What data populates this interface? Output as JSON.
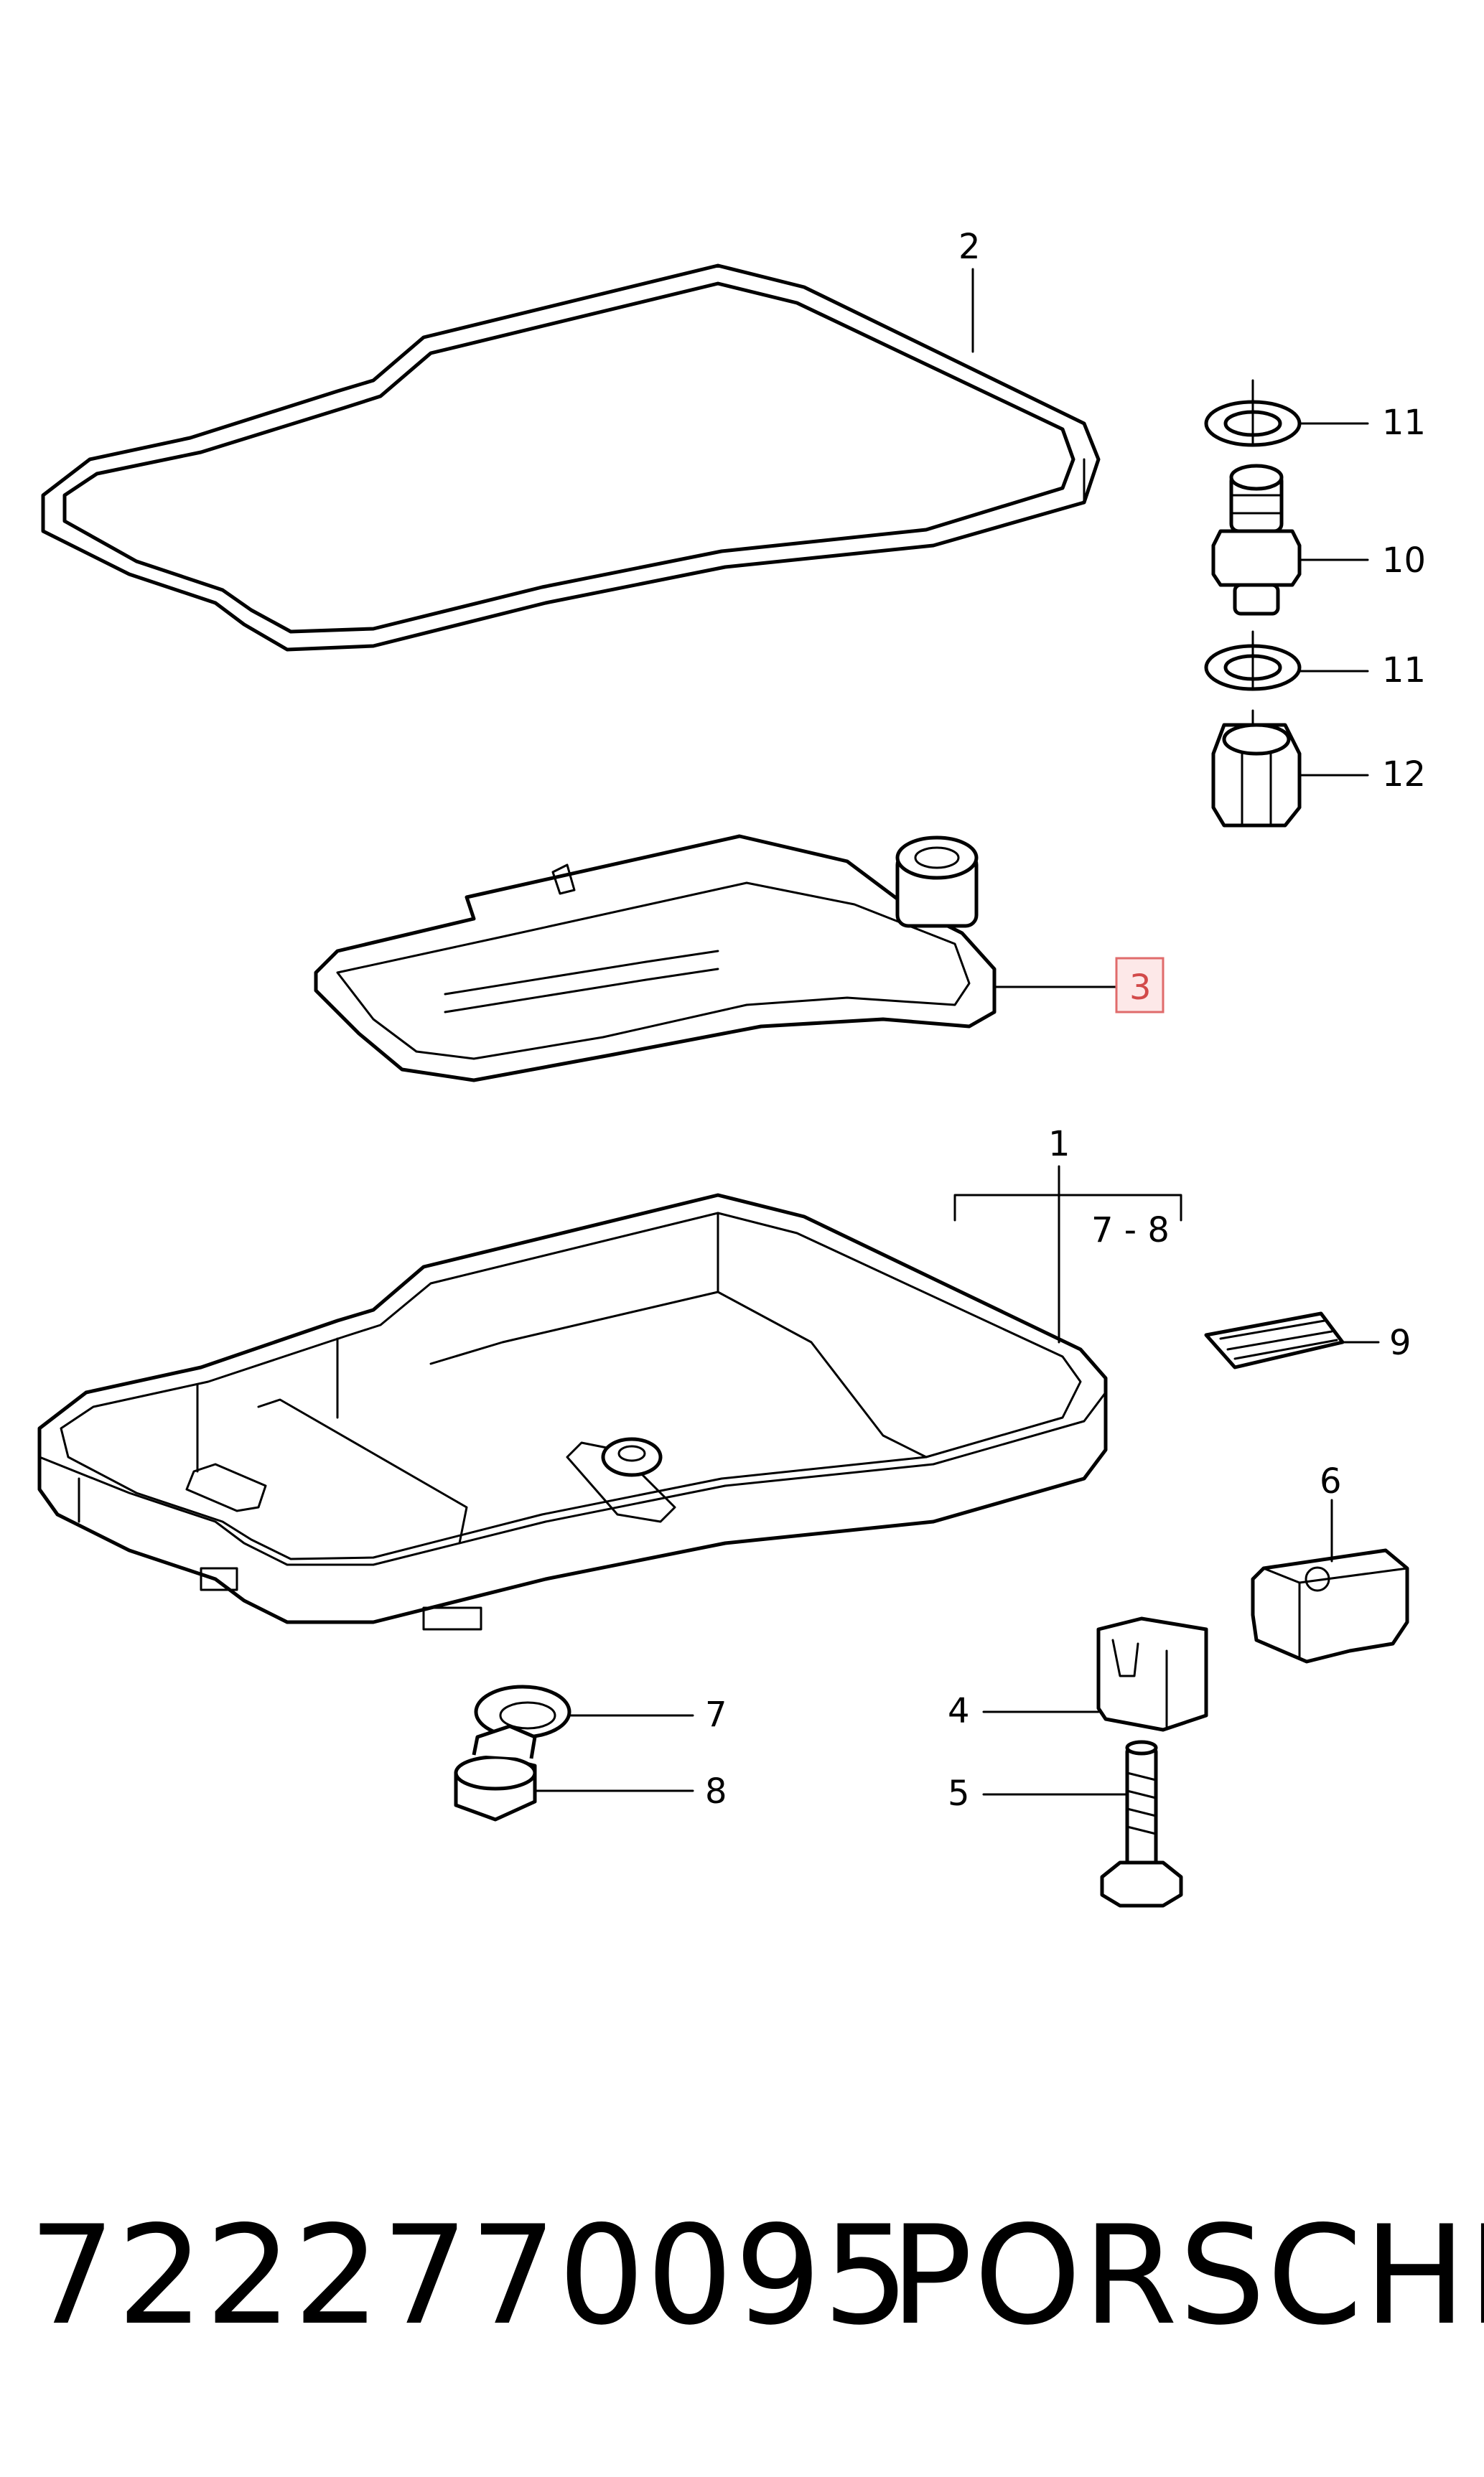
{
  "parts": [
    {
      "id": "2",
      "label": "2"
    },
    {
      "id": "11a",
      "label": "11"
    },
    {
      "id": "10",
      "label": "10"
    },
    {
      "id": "11b",
      "label": "11"
    },
    {
      "id": "12",
      "label": "12"
    },
    {
      "id": "3",
      "label": "3"
    },
    {
      "id": "1",
      "label": "1"
    },
    {
      "id": "1-range",
      "label": "7 - 8"
    },
    {
      "id": "9",
      "label": "9"
    },
    {
      "id": "6",
      "label": "6"
    },
    {
      "id": "7",
      "label": "7"
    },
    {
      "id": "4",
      "label": "4"
    },
    {
      "id": "8",
      "label": "8"
    },
    {
      "id": "5",
      "label": "5"
    }
  ],
  "highlight": {
    "part": "3",
    "color": "#e06b6b"
  },
  "footer": {
    "part_number": "7222770095",
    "brand": "PORSCHE"
  }
}
